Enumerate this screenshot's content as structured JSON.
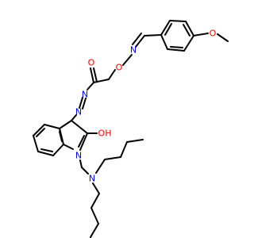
{
  "molecule": {
    "atoms": [
      {
        "id": "O_methoxy",
        "symbol": "O",
        "element": "oxygen"
      },
      {
        "id": "N_oxime",
        "symbol": "N",
        "element": "nitrogen"
      },
      {
        "id": "O_oxime",
        "symbol": "O",
        "element": "oxygen"
      },
      {
        "id": "O_amide",
        "symbol": "O",
        "element": "oxygen"
      },
      {
        "id": "N_azo_upper",
        "symbol": "N",
        "element": "nitrogen"
      },
      {
        "id": "N_azo_lower",
        "symbol": "N",
        "element": "nitrogen"
      },
      {
        "id": "OH_enol",
        "symbol": "OH",
        "element": "hydroxyl"
      },
      {
        "id": "N_indole",
        "symbol": "N",
        "element": "nitrogen"
      },
      {
        "id": "N_amine",
        "symbol": "N",
        "element": "nitrogen"
      }
    ],
    "colors": {
      "bond": "#000000",
      "oxygen": "#ff0000",
      "nitrogen": "#0000ff",
      "background": "#ffffff"
    }
  }
}
